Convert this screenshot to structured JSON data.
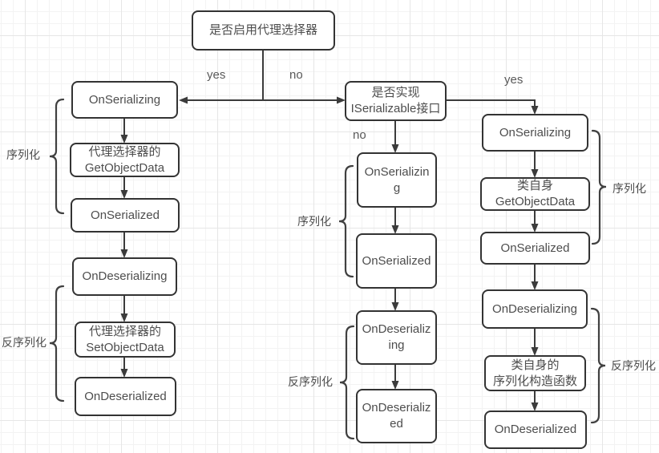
{
  "flowchart": {
    "root": {
      "label": "是否启用代理选择器"
    },
    "decision": {
      "label": "是否实现\nISerializable接口"
    },
    "edges": {
      "root_yes": "yes",
      "root_no": "no",
      "decision_no": "no",
      "decision_yes": "yes"
    },
    "left_branch": {
      "serialize_group": "序列化",
      "deserialize_group": "反序列化",
      "nodes": [
        "OnSerializing",
        "代理选择器的\nGetObjectData",
        "OnSerialized",
        "OnDeserializing",
        "代理选择器的\nSetObjectData",
        "OnDeserialized"
      ]
    },
    "middle_branch": {
      "serialize_group": "序列化",
      "deserialize_group": "反序列化",
      "nodes": [
        "OnSerializing",
        "OnSerialized",
        "OnDeserializing",
        "OnDeserialized"
      ]
    },
    "right_branch": {
      "serialize_group": "序列化",
      "deserialize_group": "反序列化",
      "nodes": [
        "OnSerializing",
        "类自身\nGetObjectData",
        "OnSerialized",
        "OnDeserializing",
        "类自身的\n序列化构造函数",
        "OnDeserialized"
      ]
    },
    "colors": {
      "line": "#3b3b3b",
      "box_border": "#333333",
      "box_fill": "#ffffff",
      "text": "#4d4d4d"
    }
  }
}
